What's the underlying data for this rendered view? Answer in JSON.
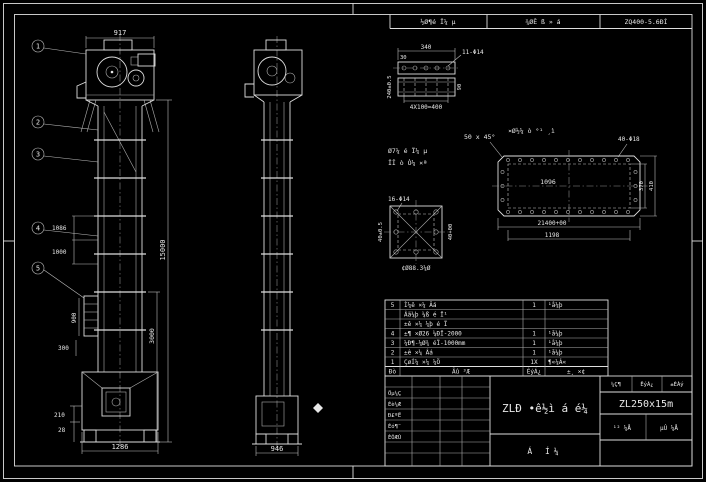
{
  "colors": {
    "background": "#000000",
    "line": "#e0e0e0"
  },
  "top_strip": {
    "cell1": "½Ø¶é Ï¼ µ",
    "cell2": "¾ØÊ ß » á",
    "cell3": "ZQ400-5.6ÐÍ"
  },
  "front": {
    "balloon1": "1",
    "balloon2": "2",
    "balloon3": "3",
    "balloon4": "4",
    "balloon5": "5",
    "dim_top": "917",
    "dim_height": "15000",
    "dim_3000": "3000",
    "dim_1086": "1086",
    "dim_1000": "1000",
    "dim_900": "900",
    "dim_300": "300",
    "dim_210": "210",
    "dim_28": "28",
    "dim_base": "1286"
  },
  "side": {
    "dim_base": "946"
  },
  "channel": {
    "dim_340": "340",
    "dim_30": "30",
    "holes": "11-Φ14",
    "dim_spacing": "4X100=400",
    "dim_240": "240±0.5",
    "dim_90": "90",
    "note1": "Ø7¼ é Ï¼ µ",
    "note2": "ÏÎ ò Ò¼ ×ª"
  },
  "plate": {
    "chamfer": "50 x 45°",
    "title": "¤Ø½¼ ò °¹ ¸ì",
    "holes": "40-Φ18",
    "dim_1096": "1096",
    "dim_21400": "21400+00",
    "dim_1198": "1198",
    "dim_410": "410",
    "dim_370": "370"
  },
  "flange": {
    "holes": "16-Φ14",
    "dim_left": "40±0.5",
    "dim_right": "40+00",
    "dim_bottom": "¢Ø88.3¼Ø"
  },
  "bom": {
    "rows": [
      {
        "no": "5",
        "name": "Ì¼ê ×¼ Âá",
        "qty": "1",
        "note": "¹å¼þ"
      },
      {
        "no": "",
        "name": "Âã¼þ ¼ß é Ï¹",
        "qty": "",
        "note": ""
      },
      {
        "no": "",
        "name": "±ê ×¼ ¼þ é Ï",
        "qty": "",
        "note": ""
      },
      {
        "no": "4",
        "name": "±¶ ×Ø26 ¼ÐÏ-2000",
        "qty": "1",
        "note": "¹å¼þ"
      },
      {
        "no": "3",
        "name": "¼Ð¶-¼Ø¾ éÏ-1000mm",
        "qty": "1",
        "note": "¹å¼þ"
      },
      {
        "no": "2",
        "name": "±ê ×¼ Âá",
        "qty": "1",
        "note": "¹å¼þ"
      },
      {
        "no": "1",
        "name": "ÇøÍ¼ ×¼ ¼Ö",
        "qty": "1X",
        "note": "¶«¼Á«"
      }
    ],
    "header": {
      "no": "Ðò",
      "name": "Ãû ³Æ",
      "qty": "ÊýÁ¿",
      "note": "±¸ ×¢"
    }
  },
  "titleblock": {
    "title": "ZLÐ •ê½ì á é¼",
    "subtitle": "Á  Í¼",
    "model": "ZL250x15m",
    "rev_labels": {
      "r1": "Öµ¼Ç",
      "r2": "Éè¼Æ",
      "r3": "Ð£ºË",
      "r4": "Éó¶¨",
      "r5": "ÈÕÆÚ"
    },
    "right_top": {
      "c1": "¼Ç¶",
      "c2": "ÊýÁ¿",
      "c3": "±ÈÀý"
    },
    "right_bottom": {
      "c1": "¹² ¼Å",
      "c2": "µÚ ¼Å"
    }
  }
}
